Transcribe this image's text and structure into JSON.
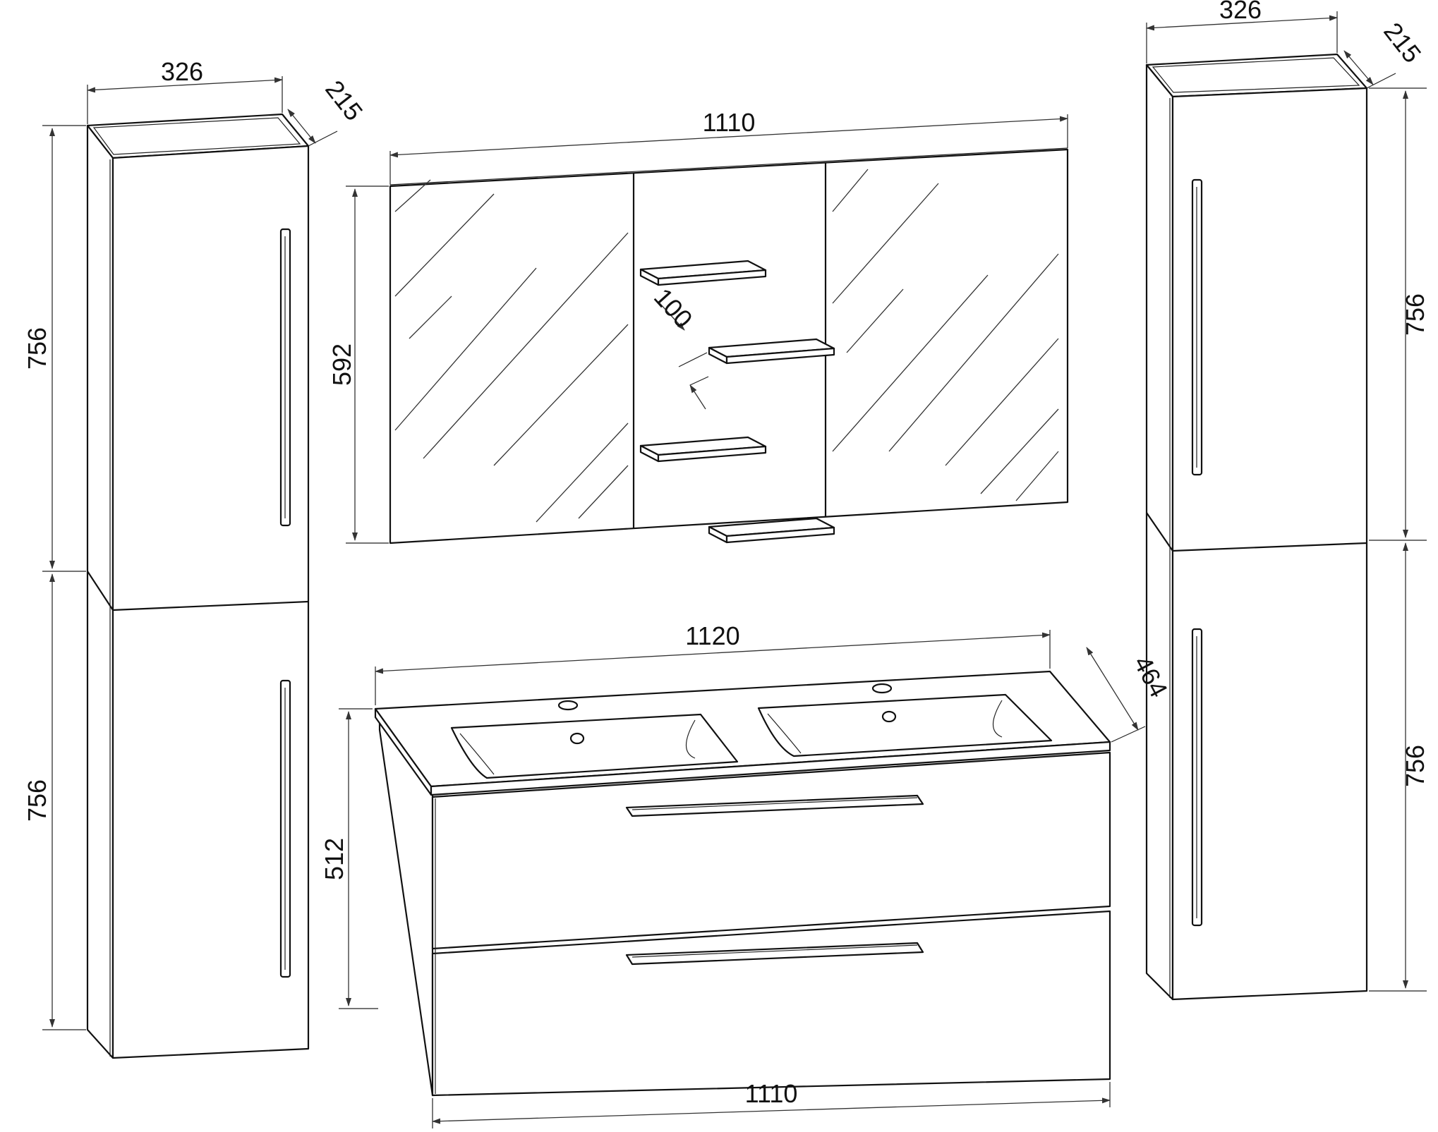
{
  "dimensions": {
    "left_cabinet": {
      "width": "326",
      "depth": "215",
      "upper_height": "756",
      "lower_height": "756"
    },
    "right_cabinet": {
      "width": "326",
      "depth": "215",
      "upper_height": "756",
      "lower_height": "756"
    },
    "mirror_cabinet": {
      "width": "1110",
      "height": "592",
      "shelf_spacing": "100"
    },
    "vanity": {
      "top_width": "1120",
      "depth": "464",
      "height": "512",
      "bottom_width": "1110"
    }
  },
  "colors": {
    "line": "#111111",
    "background": "#ffffff"
  }
}
